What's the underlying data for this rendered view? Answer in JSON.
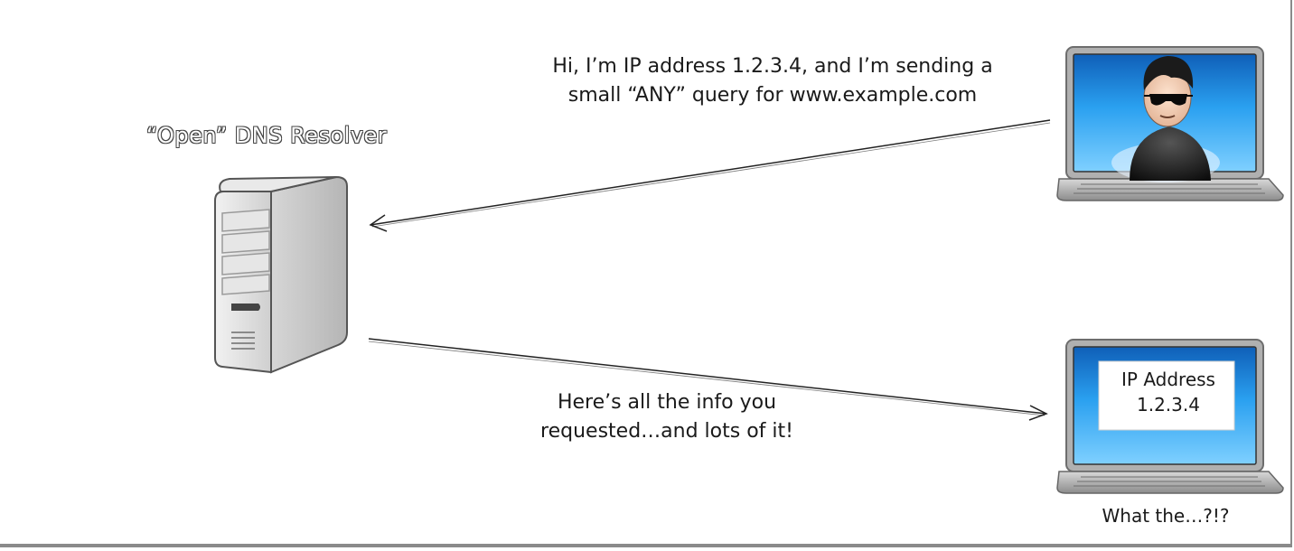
{
  "resolver": {
    "title": "“Open” DNS Resolver",
    "icon": "server-tower-icon"
  },
  "attacker": {
    "message_line1": "Hi, I’m IP address 1.2.3.4, and I’m sending a",
    "message_line2": "small “ANY” query for www.example.com",
    "icon": "hacker-laptop-icon"
  },
  "victim": {
    "screen_line1": "IP Address",
    "screen_line2": "1.2.3.4",
    "caption": "What the…?!?",
    "icon": "victim-laptop-icon"
  },
  "response": {
    "message_line1": "Here’s all the info you",
    "message_line2": "requested…and lots of it!"
  },
  "colors": {
    "screen_blue": "#1f8ee6",
    "laptop_gray": "#9a9a9a",
    "server_gray": "#d9d9d9"
  }
}
